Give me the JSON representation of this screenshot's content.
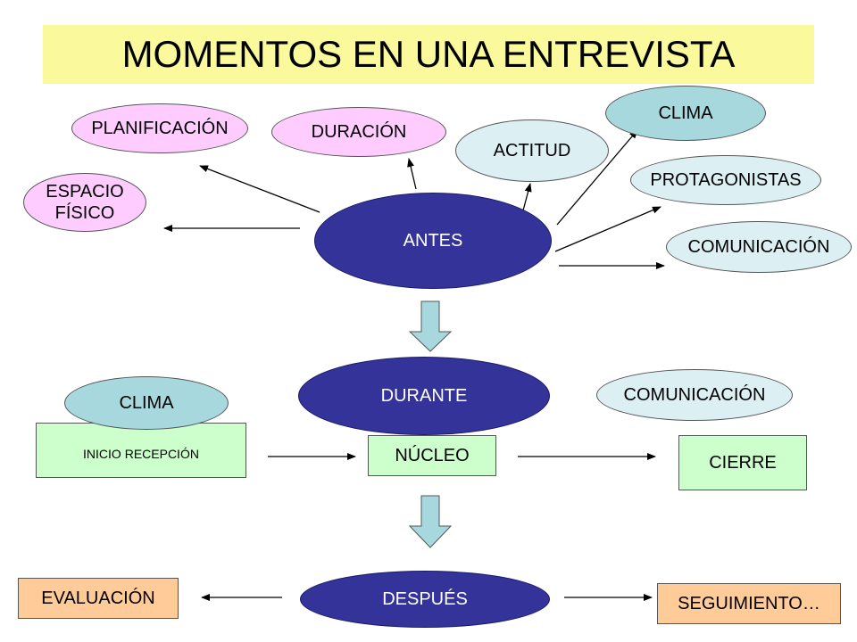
{
  "title": "MOMENTOS EN UNA ENTREVISTA",
  "antes": {
    "label": "ANTES",
    "items": {
      "planificacion": "PLANIFICACIÓN",
      "espacio_line1": "ESPACIO",
      "espacio_line2": "FÍSICO",
      "duracion": "DURACIÓN",
      "actitud": "ACTITUD",
      "clima": "CLIMA",
      "protagonistas": "PROTAGONISTAS",
      "comunicacion": "COMUNICACIÓN"
    }
  },
  "durante": {
    "label": "DURANTE",
    "clima": "CLIMA",
    "inicio": "INICIO RECEPCIÓN",
    "nucleo": "NÚCLEO",
    "cierre": "CIERRE",
    "comunicacion": "COMUNICACIÓN"
  },
  "despues": {
    "label": "DESPUÉS",
    "evaluacion": "EVALUACIÓN",
    "seguimiento": "SEGUIMIENTO…"
  },
  "colors": {
    "title_bg": "#fafa9c",
    "navy": "#333399",
    "pink": "#ffccff",
    "light_cyan": "#dcf0f4",
    "cyan": "#a6d8de",
    "green": "#ccffcc",
    "orange": "#ffcc99",
    "block_arrow": "#a6d8de"
  }
}
